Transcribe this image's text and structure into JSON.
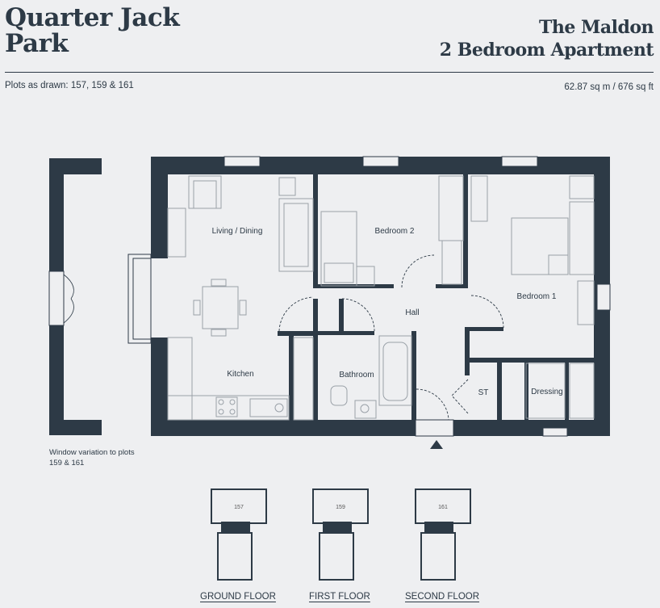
{
  "header": {
    "development": "Quarter Jack Park",
    "apartment_name": "The Maldon",
    "apartment_type": "2 Bedroom Apartment",
    "plots": "Plots as drawn: 157, 159 & 161",
    "area": "62.87 sq m / 676 sq ft"
  },
  "rooms": {
    "living_dining": "Living / Dining",
    "bedroom_2": "Bedroom 2",
    "bedroom_1": "Bedroom 1",
    "hall": "Hall",
    "kitchen": "Kitchen",
    "bathroom": "Bathroom",
    "store": "ST",
    "dressing": "Dressing"
  },
  "window_note": "Window variation to plots 159 & 161",
  "key_plans": [
    {
      "floor": "GROUND FLOOR",
      "plot": "157"
    },
    {
      "floor": "FIRST FLOOR",
      "plot": "159"
    },
    {
      "floor": "SECOND FLOOR",
      "plot": "161"
    }
  ],
  "colors": {
    "wall": "#2d3a46",
    "background": "#eeeff1",
    "furniture": "#9aa1a8"
  }
}
